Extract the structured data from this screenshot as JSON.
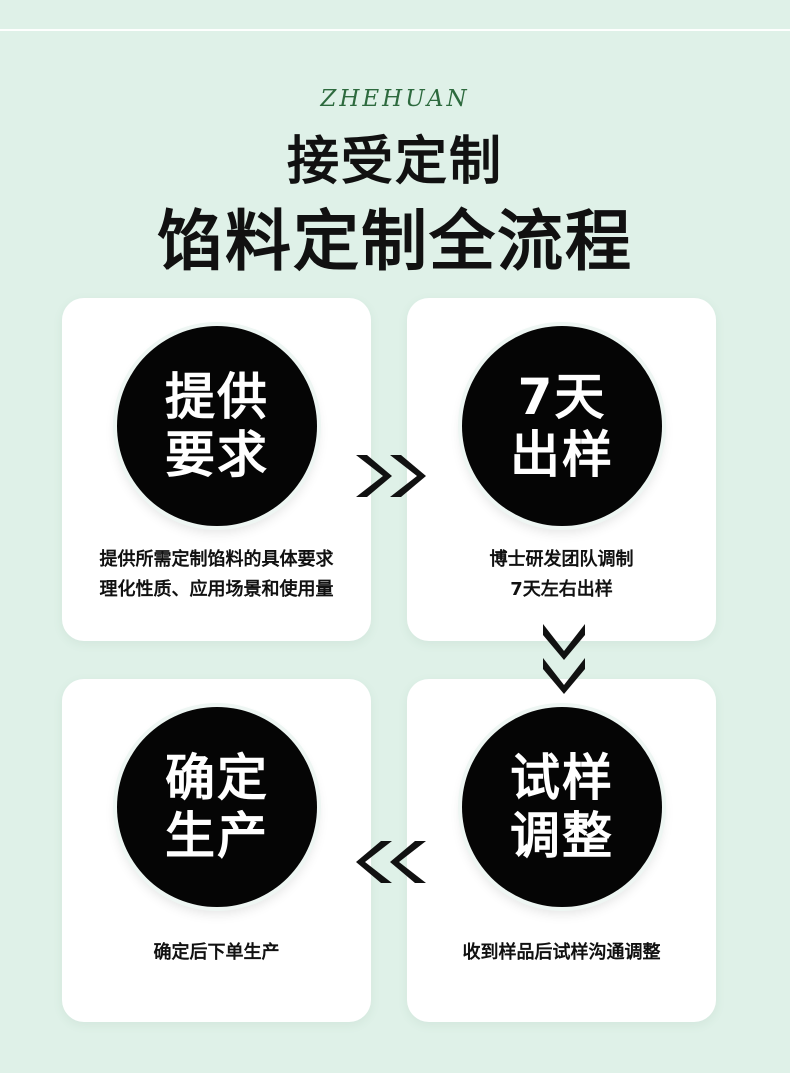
{
  "header": {
    "brand": "ZHEHUAN",
    "title_line1": "接受定制",
    "title_line2": "馅料定制全流程"
  },
  "steps": [
    {
      "circle_lines": [
        "提供",
        "要求"
      ],
      "desc_lines": [
        "提供所需定制馅料的具体要求",
        "理化性质、应用场景和使用量"
      ]
    },
    {
      "circle_lines": [
        "7天",
        "出样"
      ],
      "desc_lines": [
        "博士研发团队调制",
        "7天左右出样"
      ]
    },
    {
      "circle_lines": [
        "确定",
        "生产"
      ],
      "desc_lines": [
        "确定后下单生产"
      ]
    },
    {
      "circle_lines": [
        "试样",
        "调整"
      ],
      "desc_lines": [
        "收到样品后试样沟通调整"
      ]
    }
  ],
  "colors": {
    "background": "#dff1e8",
    "card": "#ffffff",
    "circle": "#050505",
    "brand": "#2d6a3e",
    "text": "#111111"
  },
  "icons": {
    "arrow_right": "double-chevron-right-icon",
    "arrow_down": "double-chevron-down-icon",
    "arrow_left": "double-chevron-left-icon"
  }
}
